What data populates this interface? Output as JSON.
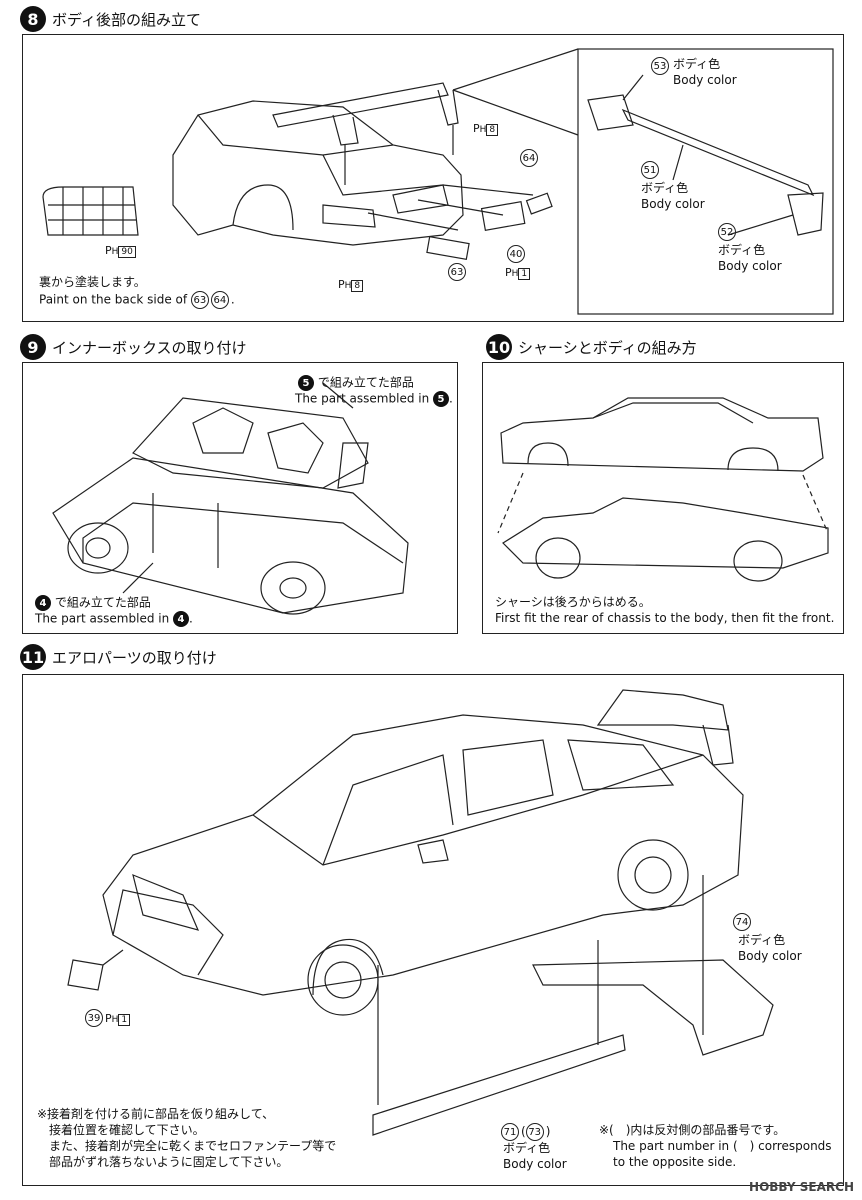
{
  "step8": {
    "num": "8",
    "title": "ボディ後部の組み立て",
    "part53": "53",
    "part51": "51",
    "part52": "52",
    "part64": "64",
    "part40": "40",
    "part63": "63",
    "body_color_jp": "ボディ色",
    "body_color_en": "Body color",
    "ph8": "8",
    "ph90": "90",
    "ph1": "1",
    "ph_label": "P",
    "ph_sub": "H",
    "note_jp": "裏から塗装します。",
    "note_en": "Paint on the back side of"
  },
  "step9": {
    "num": "9",
    "title": "インナーボックスの取り付け",
    "ref5_num": "5",
    "ref5_jp": "で組み立てた部品",
    "ref5_en": "The part assembled in",
    "ref4_num": "4",
    "ref4_jp": "で組み立てた部品",
    "ref4_en": "The part assembled in"
  },
  "step10": {
    "num": "10",
    "title": "シャーシとボディの組み方",
    "note_jp": "シャーシは後ろからはめる。",
    "note_en": "First fit the rear of chassis to the body, then fit the front."
  },
  "step11": {
    "num": "11",
    "title": "エアロパーツの取り付け",
    "part74": "74",
    "part71": "71",
    "part73": "73",
    "part39": "39",
    "ph1": "1",
    "body_color_jp": "ボディ色",
    "body_color_en": "Body color",
    "note1": "※接着剤を付ける前に部品を仮り組みして、",
    "note2": "接着位置を確認して下さい。",
    "note3": "また、接着剤が完全に乾くまでセロファンテープ等で",
    "note4": "部品がずれ落ちないように固定して下さい。",
    "note5": "※(　)内は反対側の部品番号です。",
    "note6": "The part number in (　) corresponds",
    "note7": "to the opposite side."
  },
  "watermark": "HOBBY SEARCH"
}
